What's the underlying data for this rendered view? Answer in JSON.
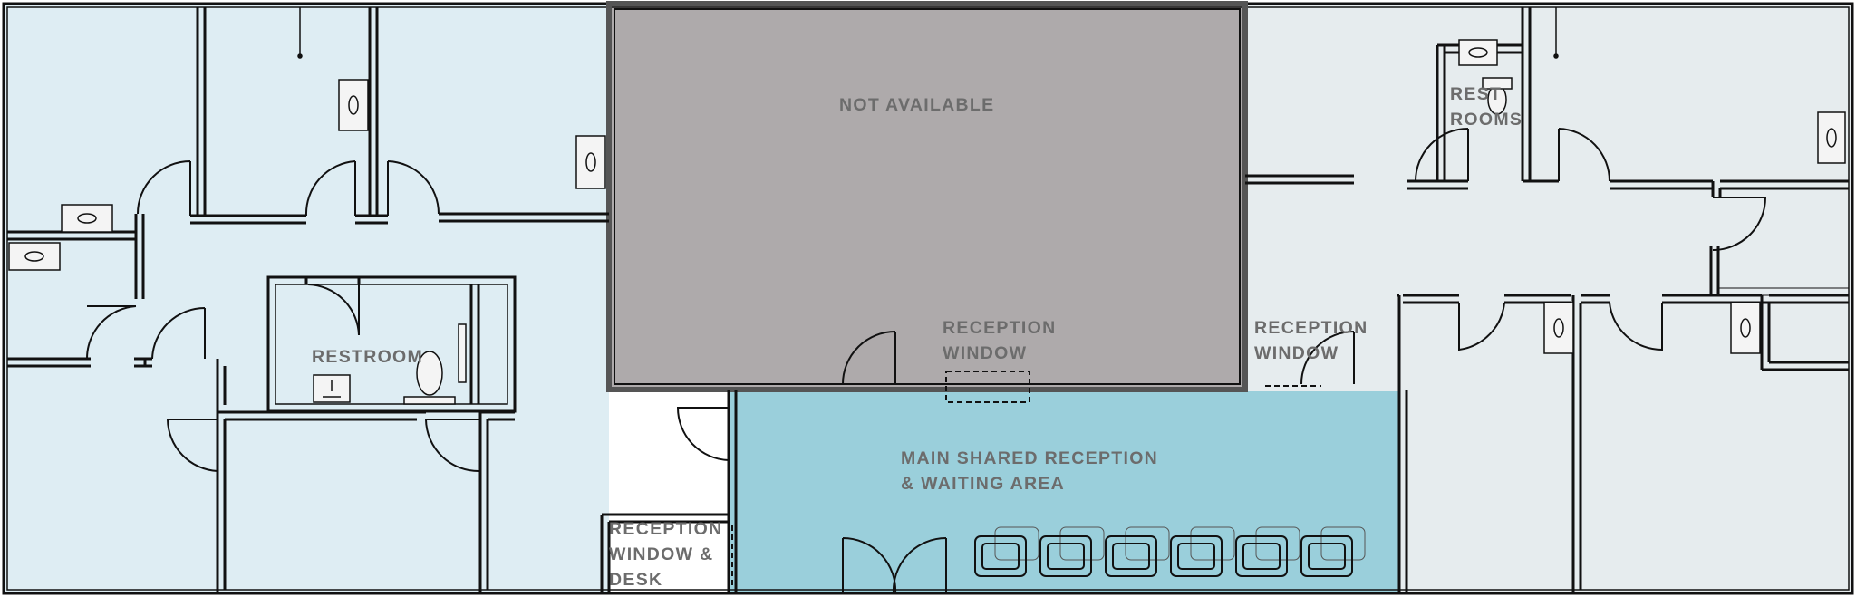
{
  "labels": {
    "not_available": "NOT AVAILABLE",
    "restroom_left": "RESTROOM",
    "restroom_right_line1": "REST",
    "restroom_right_line2": "ROOMS",
    "reception_window_center_line1": "RECEPTION",
    "reception_window_center_line2": "WINDOW",
    "reception_window_right_line1": "RECEPTION",
    "reception_window_right_line2": "WINDOW",
    "main_area_line1": "MAIN SHARED RECEPTION",
    "main_area_line2": "& WAITING AREA",
    "reception_desk_line1": "RECEPTION",
    "reception_desk_line2": "WINDOW &",
    "reception_desk_line3": "DESK"
  },
  "colors": {
    "left_suite_fill": "#deedf3",
    "right_suite_fill": "#e6ecee",
    "unavailable_fill": "#aeaaab",
    "shared_area_fill": "#9acfdb",
    "wall": "#111111",
    "label_text": "#6c6c6c"
  },
  "furniture": {
    "waiting_chair_count": 6
  }
}
